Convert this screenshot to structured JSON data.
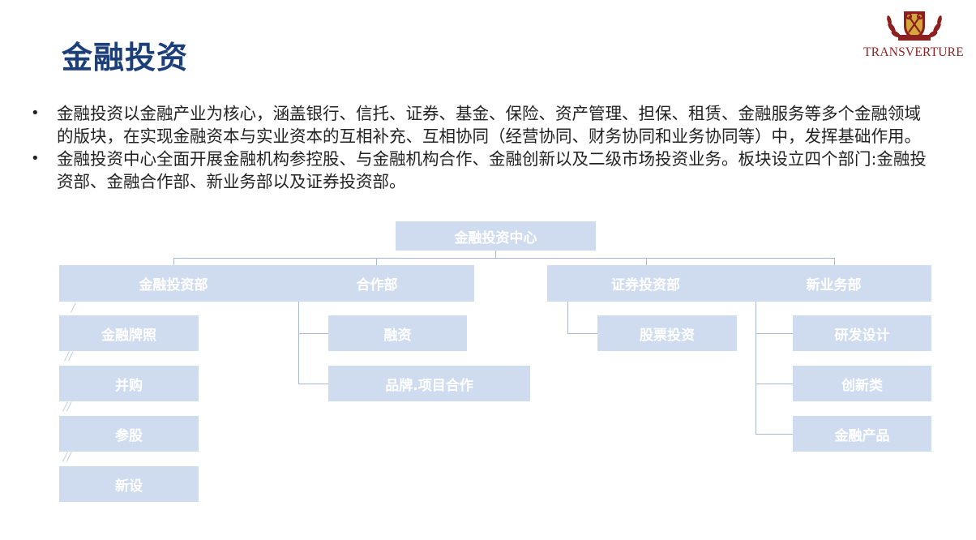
{
  "page": {
    "title": "金融投资"
  },
  "logo": {
    "brand": "TRANSVERTURE",
    "badge_text": "TRANSVERTURE",
    "primary_color": "#8e1f1f",
    "secondary_color": "#d4a73a"
  },
  "bullets": [
    "金融投资以金融产业为核心，涵盖银行、信托、证券、基金、保险、资产管理、担保、租赁、金融服务等多个金融领域的版块，在实现金融资本与实业资本的互相补充、互相协同（经营协同、财务协同和业务协同等）中，发挥基础作用。",
    "金融投资中心全面开展金融机构参控股、与金融机构合作、金融创新以及二级市场投资业务。板块设立四个部门:金融投资部、金融合作部、新业务部以及证券投资部。"
  ],
  "bullet_marker": "•",
  "org_chart": {
    "root": "金融投资中心",
    "departments": [
      {
        "name": "金融投资部",
        "children": [
          "金融牌照",
          "并购",
          "参股",
          "新设"
        ]
      },
      {
        "name": "合作部",
        "children": [
          "融资",
          "品牌.项目合作"
        ]
      },
      {
        "name": "证券投资部",
        "children": [
          "股票投资"
        ]
      },
      {
        "name": "新业务部",
        "children": [
          "研发设计",
          "创新类",
          "金融产品"
        ]
      }
    ]
  },
  "colors": {
    "title": "#1c3f7a",
    "node_fill": "#cfdcef",
    "node_text": "#ffffff",
    "connector": "#a9b9cf"
  }
}
